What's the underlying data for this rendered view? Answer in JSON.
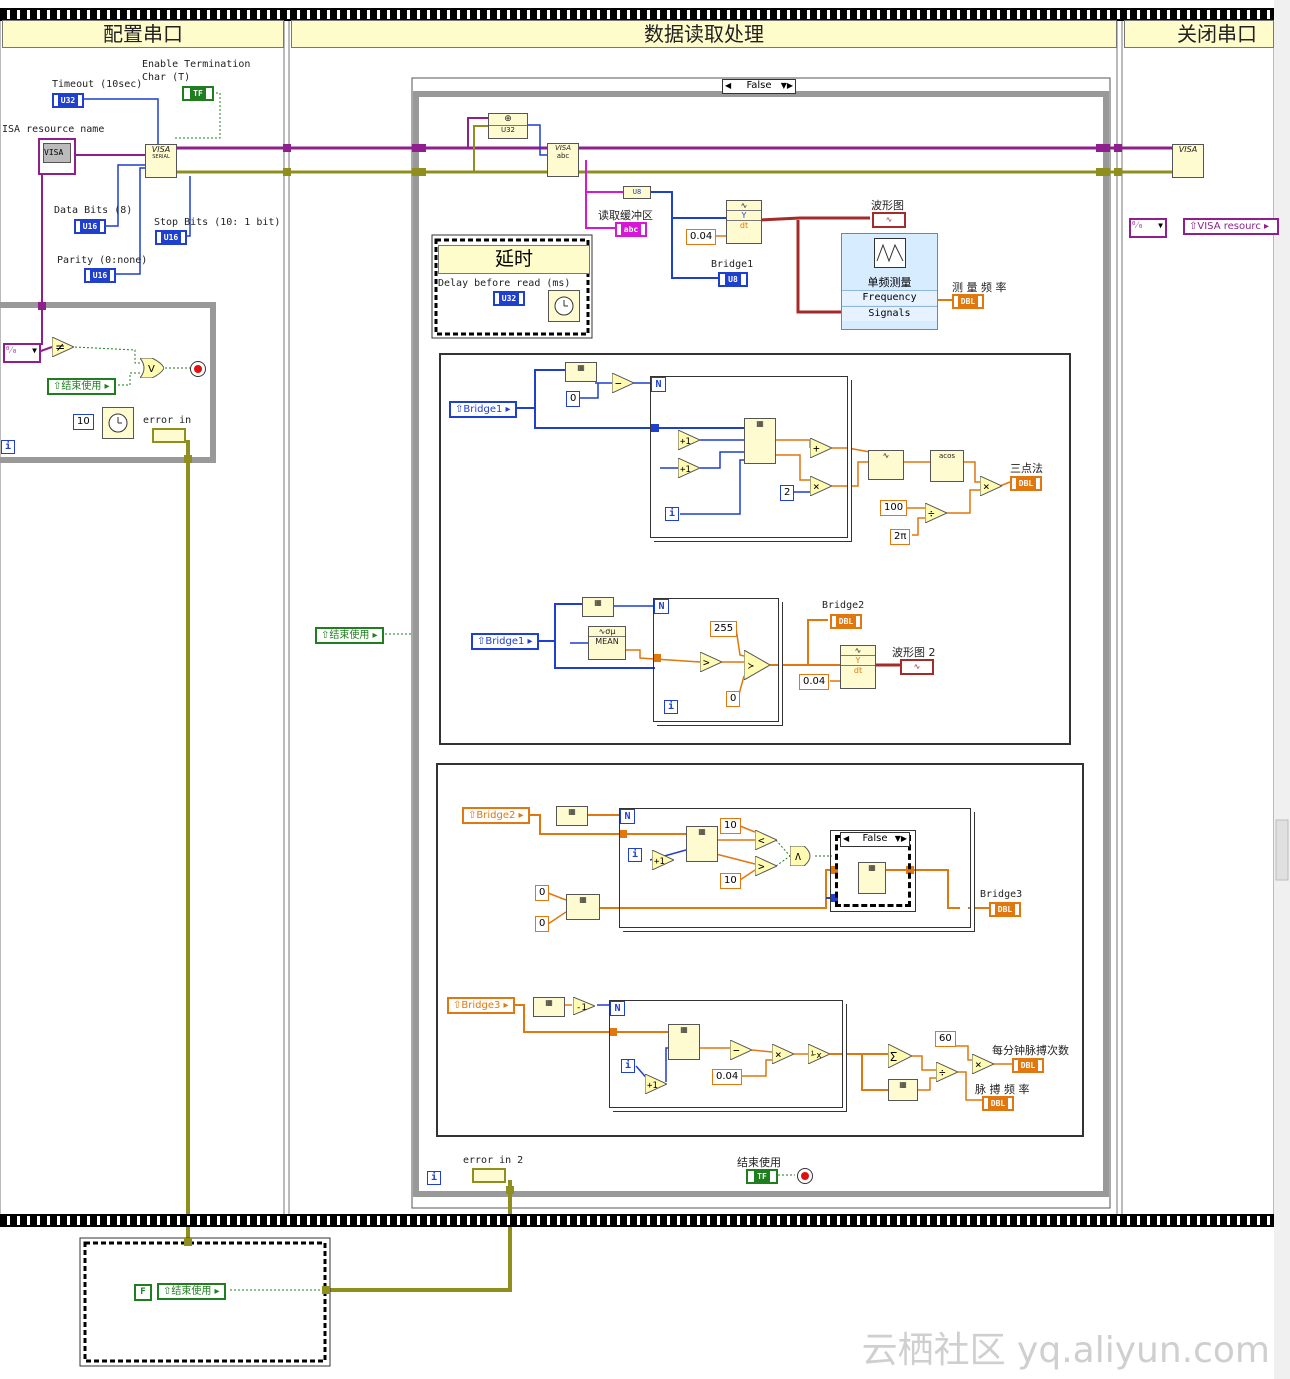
{
  "frames": {
    "left_title": "配置串口",
    "middle_title": "数据读取处理",
    "right_title": "关闭串口"
  },
  "config": {
    "timeout_label": "Timeout (10sec)",
    "enable_term_label_1": "Enable Termination",
    "enable_term_label_2": "Char (T)",
    "visa_resource_label": "ISA resource name",
    "data_bits_label": "Data Bits (8)",
    "stop_bits_label": "Stop Bits (10: 1 bit)",
    "parity_label": "Parity (0:none)",
    "u32": "U32",
    "u16": "U16",
    "tf": "TF",
    "visa": "VISA",
    "serial": "SERIAL",
    "end_use_local": "结束使用",
    "wait_const": "10",
    "error_in_label": "error in"
  },
  "case": {
    "selector": "False",
    "delay_title": "延时",
    "delay_label": "Delay before read (ms)",
    "read_buffer_label": "读取缓冲区",
    "abc": "abc",
    "u8": "U8",
    "bridge1_u8_label": "Bridge1",
    "dt_const": "0.04",
    "waveform_label": "波形图",
    "express_title": "单频测量",
    "express_row1": "Frequency",
    "express_row2": "Signals",
    "freq_label": "测 量 频 率",
    "dbl": "DBL",
    "end_use_local": "结束使用"
  },
  "block1": {
    "bridge1_local": "Bridge1",
    "const0": "0",
    "const2": "2",
    "const100": "100",
    "const2pi": "2π",
    "acos": "acos",
    "three_point_label": "三点法"
  },
  "block2": {
    "bridge1_local": "Bridge1",
    "mean_label": "MEAN",
    "const255": "255",
    "const0": "0",
    "bridge2_label": "Bridge2",
    "dt_const": "0.04",
    "waveform2_label": "波形图 2"
  },
  "block3": {
    "bridge2_local": "Bridge2",
    "const10a": "10",
    "const10b": "10",
    "const0a": "0",
    "const0b": "0",
    "inner_case": "False",
    "bridge3_label": "Bridge3"
  },
  "block4": {
    "bridge3_local": "Bridge3",
    "dt_const": "0.04",
    "const60": "60",
    "bpm_label": "每分钟脉搏次数",
    "pulse_freq_label": "脉 搏 频 率"
  },
  "loop": {
    "error_in2_label": "error in 2",
    "end_use_label": "结束使用",
    "i": "i",
    "n": "N"
  },
  "close": {
    "visa_resource_local": "VISA resourc",
    "visa": "VISA"
  },
  "bottom": {
    "false_const": "F",
    "end_use_local": "结束使用"
  },
  "watermark": "云栖社区 yq.aliyun.com",
  "colors": {
    "visa_wire": "#8f1f8f",
    "error_wire": "#8f8f1f",
    "int_wire": "#1f3fcf",
    "dbl_wire": "#e0770f",
    "bool_wire": "#1f7f1f",
    "string_wire": "#d418d4"
  }
}
